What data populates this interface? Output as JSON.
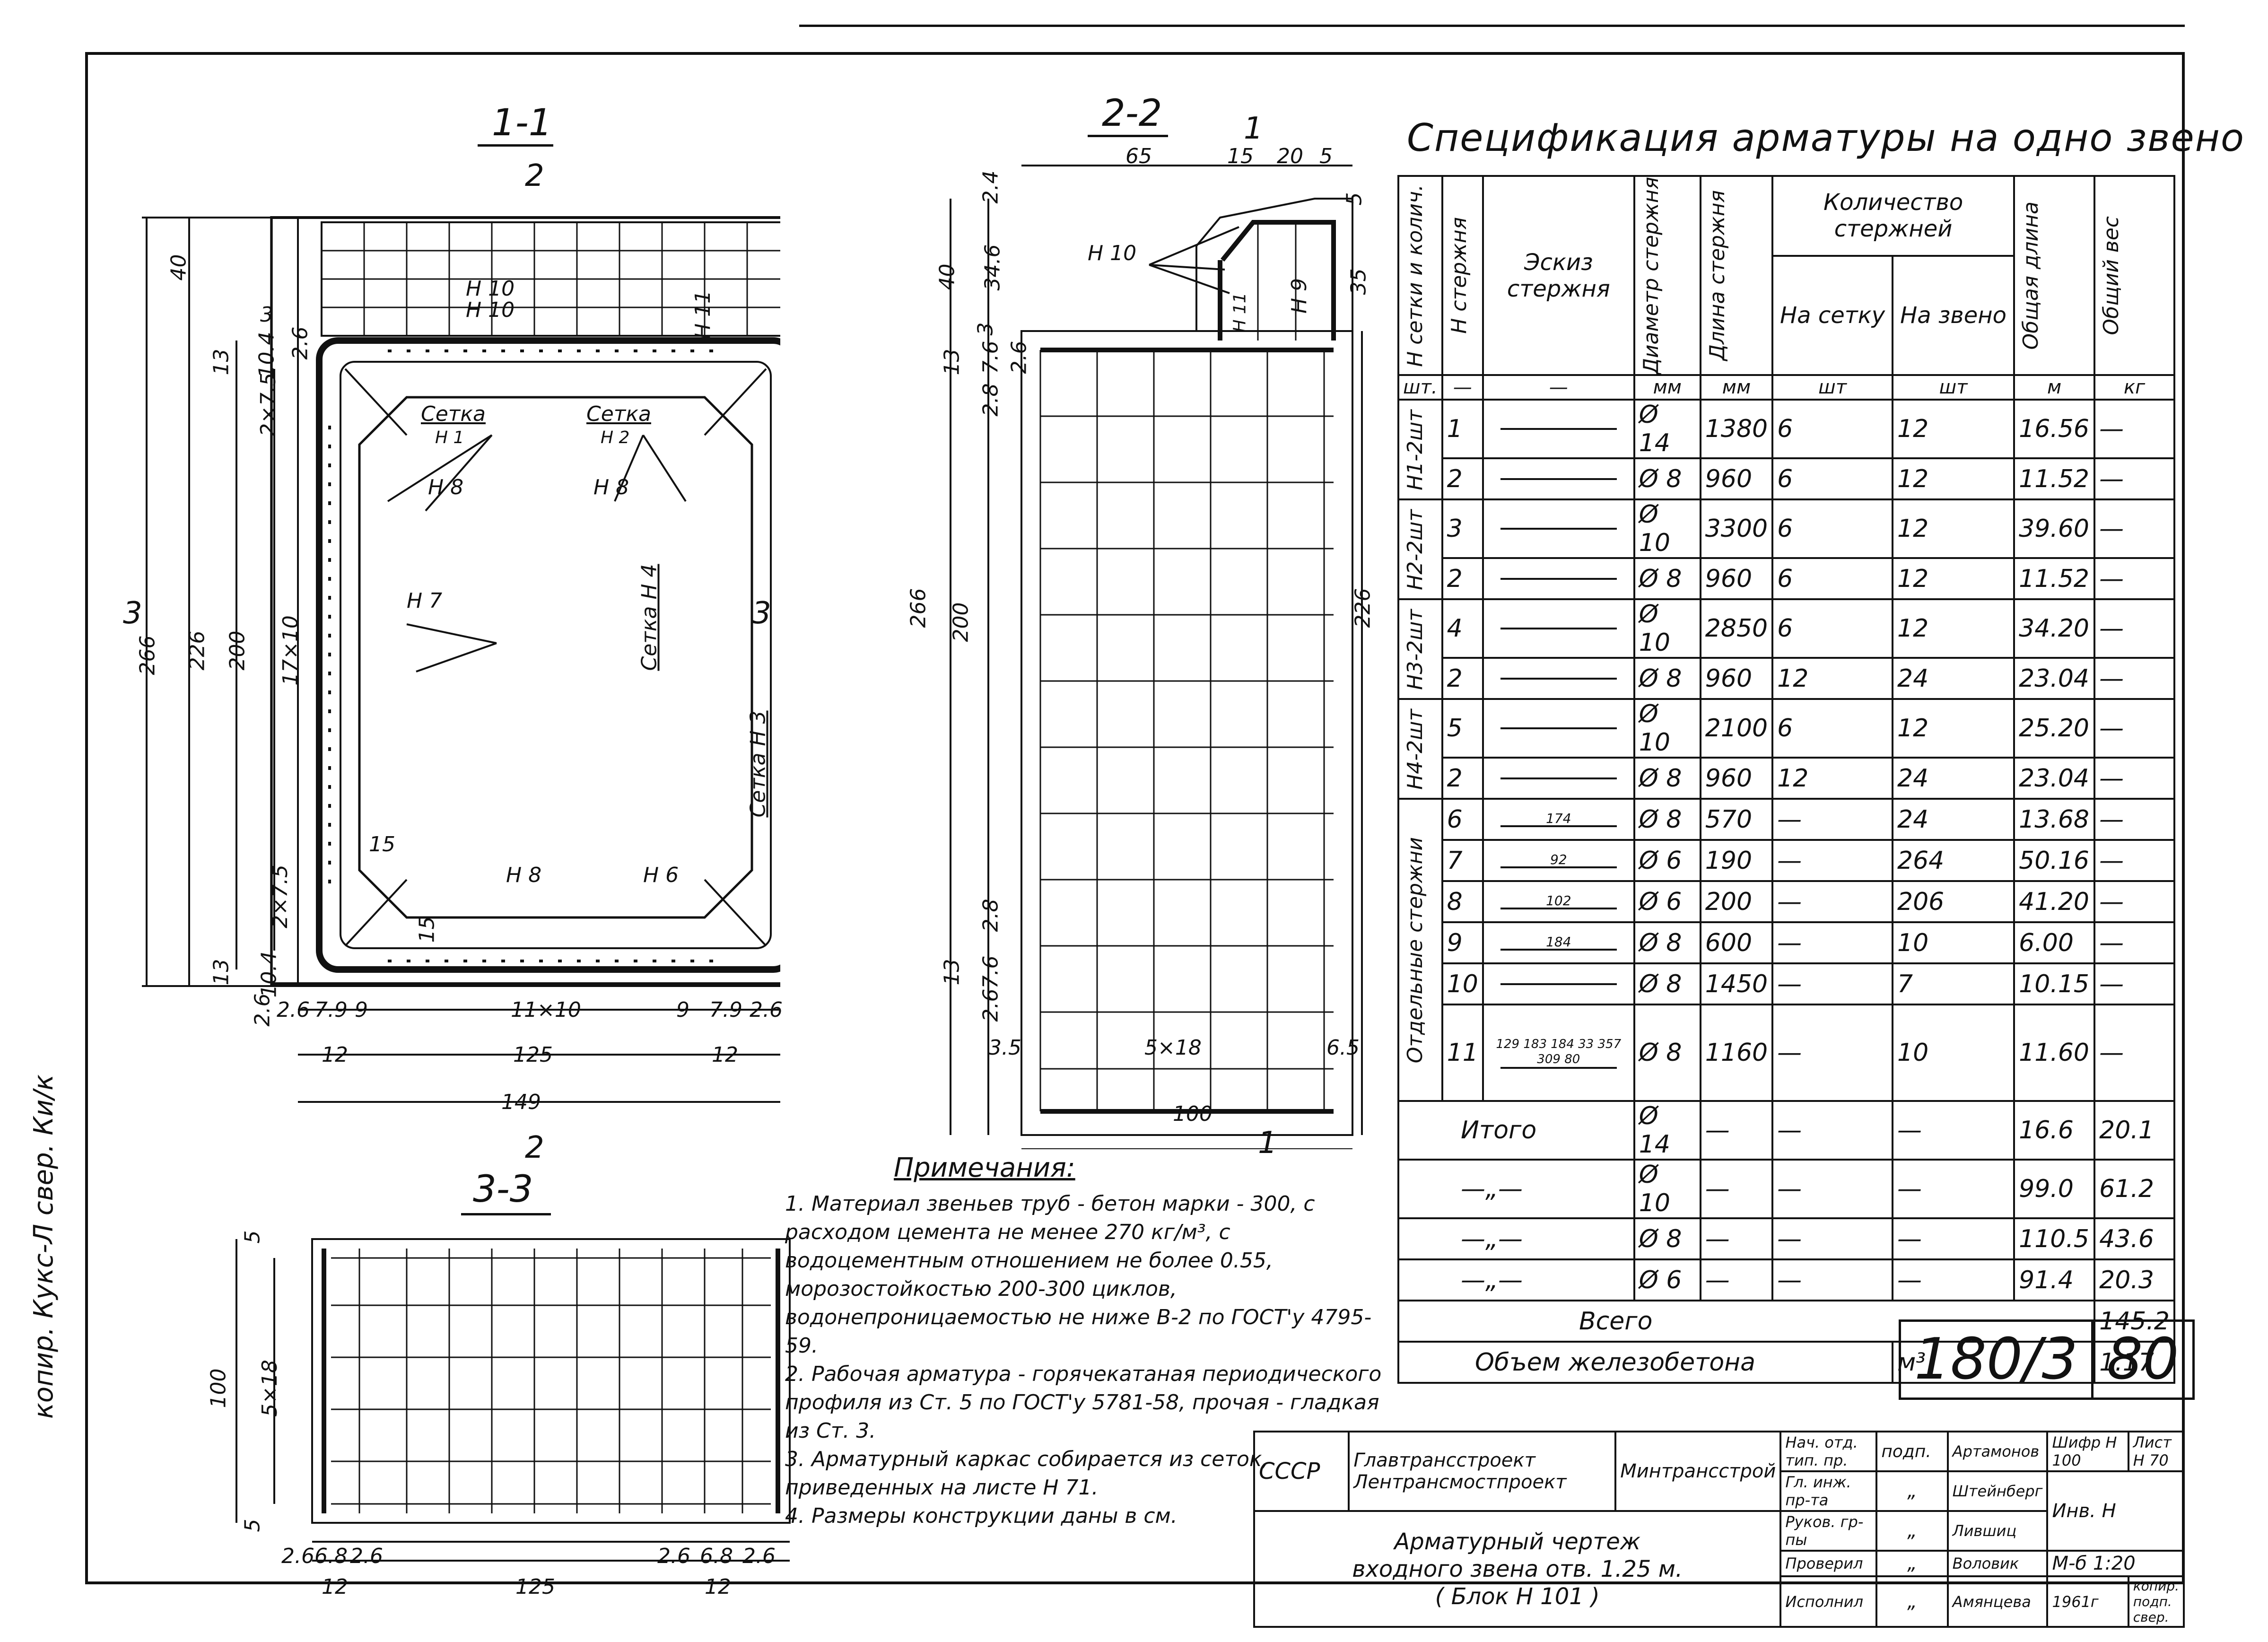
{
  "sections": {
    "s11": "1-1",
    "s22": "2-2",
    "s33": "3-3",
    "cut1": "1",
    "cut2": "2",
    "cut3": "3"
  },
  "labels": {
    "setka1": "Сетка",
    "n1": "Н 1",
    "setka2": "Сетка",
    "n2": "Н 2",
    "n8a": "Н 8",
    "n8b": "Н 8",
    "n8c": "Н 8",
    "n7": "Н 7",
    "n6": "Н 6",
    "setka4": "Сетка  Н 4",
    "setka3": "Сетка  Н 3",
    "n10a": "Н 10",
    "n10b": "Н 10",
    "n11": "Н 11",
    "n10c": "Н 10",
    "n11b": "Н 11",
    "n9": "Н 9"
  },
  "dims11": {
    "top": "40",
    "d3": "3",
    "d13": "13",
    "d104": "10.4",
    "d26": "2.6",
    "d275": "2×7.5",
    "d226": "226",
    "d200": "200",
    "d17x10": "17×10",
    "d266": "266",
    "d275b": "2×7.5",
    "d13b": "13",
    "d104b": "10.4",
    "d26b": "2.6",
    "b26a": "2.6",
    "b79a": "7.9",
    "b9a": "9",
    "b11x10": "11×10",
    "b9b": "9",
    "b79b": "7.9",
    "b26b": "2.6",
    "b12a": "12",
    "b125": "125",
    "b12b": "12",
    "b149": "149",
    "d15a": "15",
    "d15b": "15"
  },
  "dims22": {
    "t65": "65",
    "t15": "15",
    "t20": "20",
    "t5": "5",
    "r5": "5",
    "r35": "35",
    "l24": "2.4",
    "l40": "40",
    "l346": "34.6",
    "l3": "3",
    "l13": "13",
    "l76": "7.6",
    "l26": "2.6",
    "l28": "2.8",
    "l266": "266",
    "l200": "200",
    "r226": "226",
    "l28b": "2.8",
    "l13b": "13",
    "l76b": "7.6",
    "l26b": "2.6",
    "b35": "3.5",
    "b5x18": "5×18",
    "b65": "6.5",
    "b100": "100"
  },
  "dims33": {
    "l5a": "5",
    "l100": "100",
    "l5x18": "5×18",
    "l5b": "5",
    "b26a": "2.6",
    "b68a": "6.8",
    "b26c": "2.6",
    "b26d": "2.6",
    "b68b": "6.8",
    "b26b": "2.6",
    "b12a": "12",
    "b125": "125",
    "b12b": "12"
  },
  "spec": {
    "title": "Спецификация  арматуры  на  одно  звено",
    "headers": {
      "col1": "Н сетки и колич.",
      "col2": "Н стержня",
      "col3": "Эскиз стержня",
      "col4": "Диаметр стержня",
      "col5": "Длина стержня",
      "col67": "Количество стержней",
      "col6": "На сетку",
      "col7": "На звено",
      "col8": "Общая длина",
      "col9": "Общий вес"
    },
    "units": [
      "шт.",
      "—",
      "—",
      "мм",
      "мм",
      "шт",
      "шт",
      "м",
      "кг"
    ],
    "groups": [
      "Н1-2шт",
      "Н2-2шт",
      "Н3-2шт",
      "Н4-2шт",
      "Отдельные стержни"
    ],
    "rows": [
      {
        "n": "1",
        "d": "Ø 14",
        "l": "1380",
        "a": "6",
        "b": "12",
        "t": "16.56",
        "w": "—"
      },
      {
        "n": "2",
        "d": "Ø 8",
        "l": "960",
        "a": "6",
        "b": "12",
        "t": "11.52",
        "w": "—"
      },
      {
        "n": "3",
        "d": "Ø 10",
        "l": "3300",
        "a": "6",
        "b": "12",
        "t": "39.60",
        "w": "—"
      },
      {
        "n": "2",
        "d": "Ø 8",
        "l": "960",
        "a": "6",
        "b": "12",
        "t": "11.52",
        "w": "—"
      },
      {
        "n": "4",
        "d": "Ø 10",
        "l": "2850",
        "a": "6",
        "b": "12",
        "t": "34.20",
        "w": "—"
      },
      {
        "n": "2",
        "d": "Ø 8",
        "l": "960",
        "a": "12",
        "b": "24",
        "t": "23.04",
        "w": "—"
      },
      {
        "n": "5",
        "d": "Ø 10",
        "l": "2100",
        "a": "6",
        "b": "12",
        "t": "25.20",
        "w": "—"
      },
      {
        "n": "2",
        "d": "Ø 8",
        "l": "960",
        "a": "12",
        "b": "24",
        "t": "23.04",
        "w": "—"
      },
      {
        "n": "6",
        "d": "Ø 8",
        "l": "570",
        "a": "—",
        "b": "24",
        "t": "13.68",
        "w": "—",
        "sk": "174"
      },
      {
        "n": "7",
        "d": "Ø 6",
        "l": "190",
        "a": "—",
        "b": "264",
        "t": "50.16",
        "w": "—",
        "sk": "92"
      },
      {
        "n": "8",
        "d": "Ø 6",
        "l": "200",
        "a": "—",
        "b": "206",
        "t": "41.20",
        "w": "—",
        "sk": "102"
      },
      {
        "n": "9",
        "d": "Ø 8",
        "l": "600",
        "a": "—",
        "b": "10",
        "t": "6.00",
        "w": "—",
        "sk": "184"
      },
      {
        "n": "10",
        "d": "Ø 8",
        "l": "1450",
        "a": "—",
        "b": "7",
        "t": "10.15",
        "w": "—"
      },
      {
        "n": "11",
        "d": "Ø 8",
        "l": "1160",
        "a": "—",
        "b": "10",
        "t": "11.60",
        "w": "—"
      }
    ],
    "sketch11": [
      "129",
      "183",
      "184",
      "33",
      "357",
      "309",
      "80"
    ],
    "totals": [
      {
        "label": "Итого",
        "d": "Ø 14",
        "a": "—",
        "b": "—",
        "c": "—",
        "t": "16.6",
        "w": "20.1"
      },
      {
        "label": "—„—",
        "d": "Ø 10",
        "a": "—",
        "b": "—",
        "c": "—",
        "t": "99.0",
        "w": "61.2"
      },
      {
        "label": "—„—",
        "d": "Ø 8",
        "a": "—",
        "b": "—",
        "c": "—",
        "t": "110.5",
        "w": "43.6"
      },
      {
        "label": "—„—",
        "d": "Ø 6",
        "a": "—",
        "b": "—",
        "c": "—",
        "t": "91.4",
        "w": "20.3"
      }
    ],
    "all_label": "Всего",
    "all_value": "145.2",
    "volume_label": "Объем  железобетона",
    "volume_unit": "м³",
    "volume_value": "1.17"
  },
  "notes": {
    "heading": "Примечания:",
    "items": [
      "1. Материал звеньев труб - бетон марки - 300, с расходом цемента не менее 270 кг/м³, с водоцементным отношением не более 0.55, морозостойкостью 200-300 циклов, водонепроницаемостью не ниже В-2 по ГОСТ'у 4795-59.",
      "2. Рабочая арматура - горячекатаная периодического профиля из Ст. 5 по ГОСТ'у 5781-58, прочая - гладкая из Ст. 3.",
      "3. Арматурный каркас собирается из сеток, приведенных на листе Н 71.",
      "4. Размеры конструкции даны в см."
    ]
  },
  "bignum": {
    "a": "180/3",
    "b": "80"
  },
  "stamp": {
    "ussr": "СССР",
    "org1": "Главтрансстроект",
    "org2": "Лентрансмостпроект",
    "min": "Минтрансстрой",
    "title1": "Арматурный  чертеж",
    "title2": "входного  звена  отв.  1.25 м.",
    "title3": "( Блок  Н 101 )",
    "r1a": "Нач. отд. тип. пр.",
    "r1b": "подп.",
    "r1c": "Артамонов",
    "r2a": "Гл. инж. пр-та",
    "r2b": "„",
    "r2c": "Штейнберг",
    "r3a": "Руков. гр-пы",
    "r3b": "„",
    "r3c": "Лившиц",
    "r4a": "Проверил",
    "r4b": "„",
    "r4c": "Воловик",
    "r5a": "Исполнил",
    "r5b": "„",
    "r5c": "Амянцева",
    "shifr": "Шифр Н 100",
    "list": "Лист Н 70",
    "inv": "Инв. Н",
    "scale": "М-б 1:20",
    "year": "1961г",
    "kopir": "копир.",
    "podp": "подп.",
    "sver": "свер."
  },
  "side": "копир.  Кукс-Л   свер.  Ки/к"
}
